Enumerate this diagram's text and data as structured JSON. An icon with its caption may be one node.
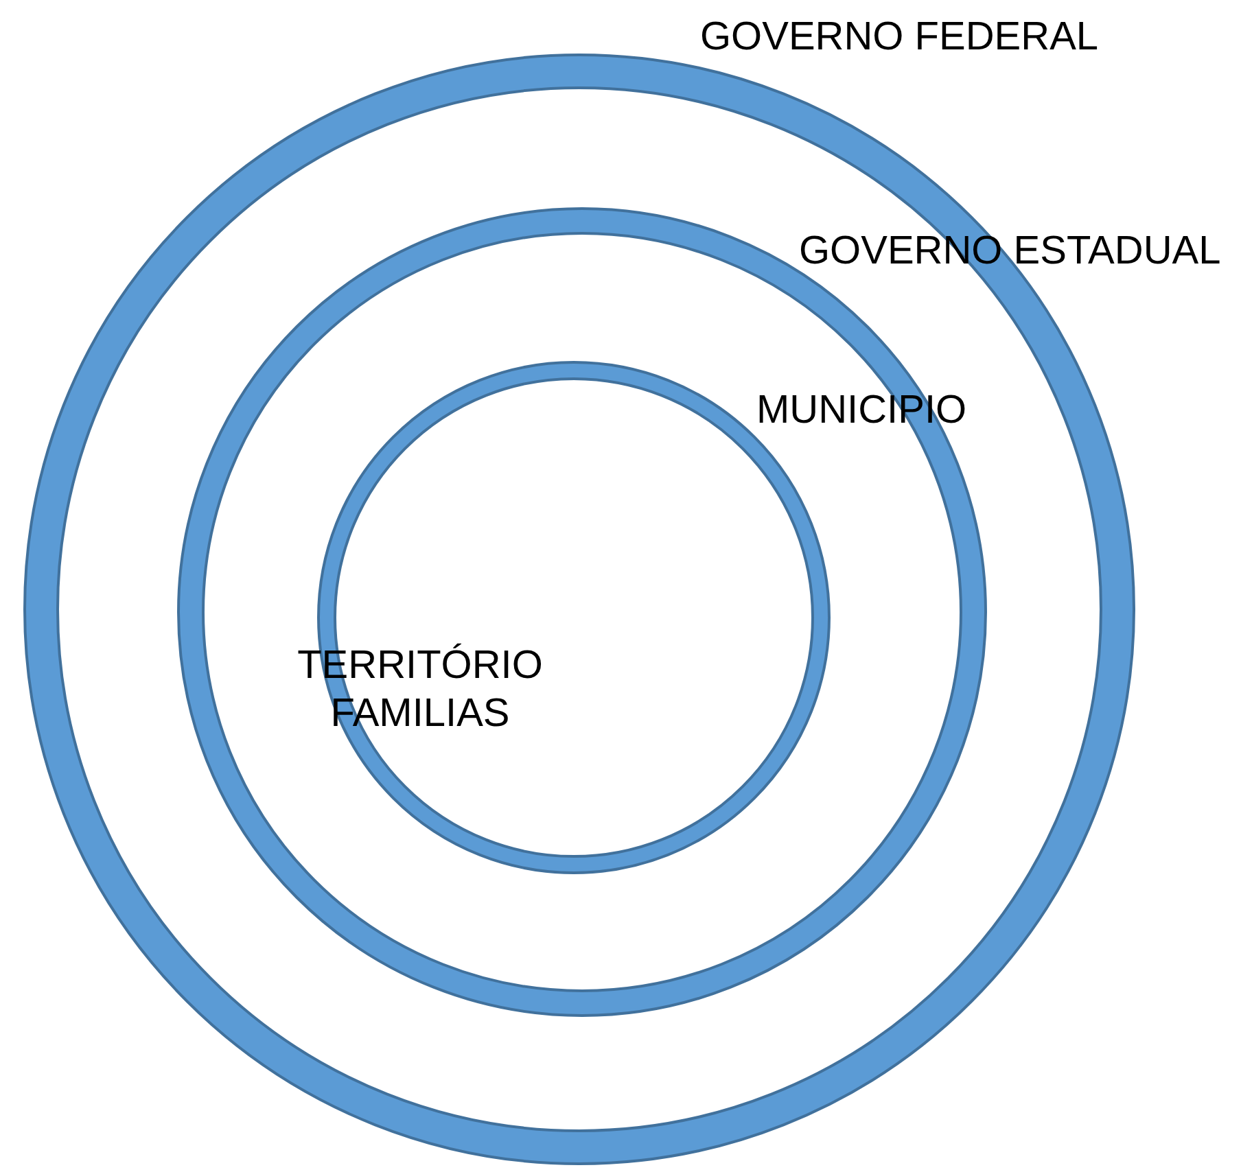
{
  "diagram": {
    "nodes": [
      {
        "text": [
          "GOVERNO FEDERAL"
        ]
      },
      {
        "text": [
          "GOVERNO ESTADUAL"
        ],
        "in": 0
      },
      {
        "text": [
          "MUNICIPIO"
        ],
        "in": 1
      }
    ],
    "labels": [
      "TERRITÓRIO FAMILIAS"
    ]
  }
}
